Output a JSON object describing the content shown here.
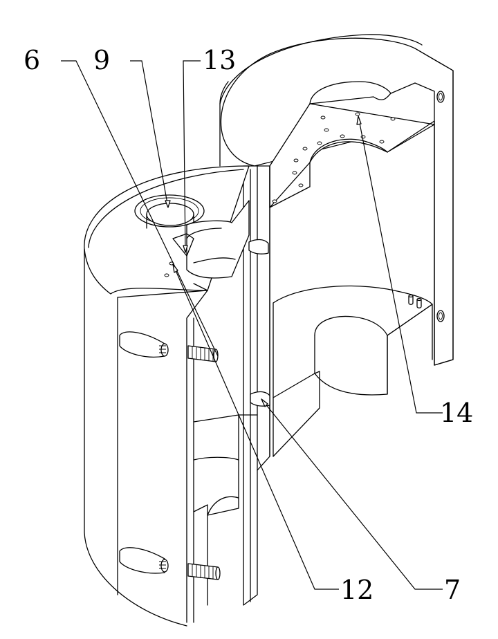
{
  "callouts": [
    {
      "id": "c6",
      "label": "6"
    },
    {
      "id": "c9",
      "label": "9"
    },
    {
      "id": "c13",
      "label": "13"
    },
    {
      "id": "c14",
      "label": "14"
    },
    {
      "id": "c12",
      "label": "12"
    },
    {
      "id": "c7",
      "label": "7"
    }
  ],
  "colors": {
    "line": "#000000",
    "background": "#ffffff"
  }
}
